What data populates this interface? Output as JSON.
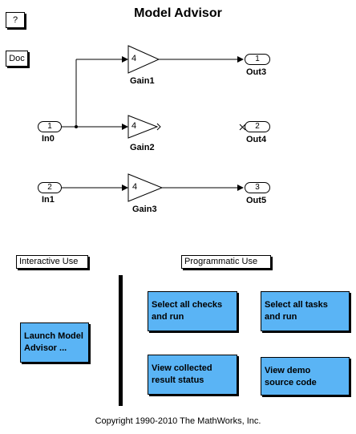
{
  "title": "Model Advisor",
  "buttons": {
    "help": "?",
    "doc": "Doc"
  },
  "blocks": {
    "in0": {
      "port": "1",
      "label": "In0"
    },
    "in1": {
      "port": "2",
      "label": "In1"
    },
    "gain1": {
      "value": "4",
      "label": "Gain1"
    },
    "gain2": {
      "value": "4",
      "label": "Gain2"
    },
    "gain3": {
      "value": "4",
      "label": "Gain3"
    },
    "out3": {
      "port": "1",
      "label": "Out3"
    },
    "out4": {
      "port": "2",
      "label": "Out4"
    },
    "out5": {
      "port": "3",
      "label": "Out5"
    }
  },
  "sections": {
    "interactive": "Interactive Use",
    "programmatic": "Programmatic Use"
  },
  "actions": {
    "launch": "Launch Model\nAdvisor ...",
    "select_checks": "Select all checks\n and run",
    "select_tasks": "Select all tasks\n and run",
    "view_status": "View collected\n result status",
    "view_demo": "View demo\nsource code"
  },
  "copyright": "Copyright 1990-2010 The MathWorks, Inc."
}
